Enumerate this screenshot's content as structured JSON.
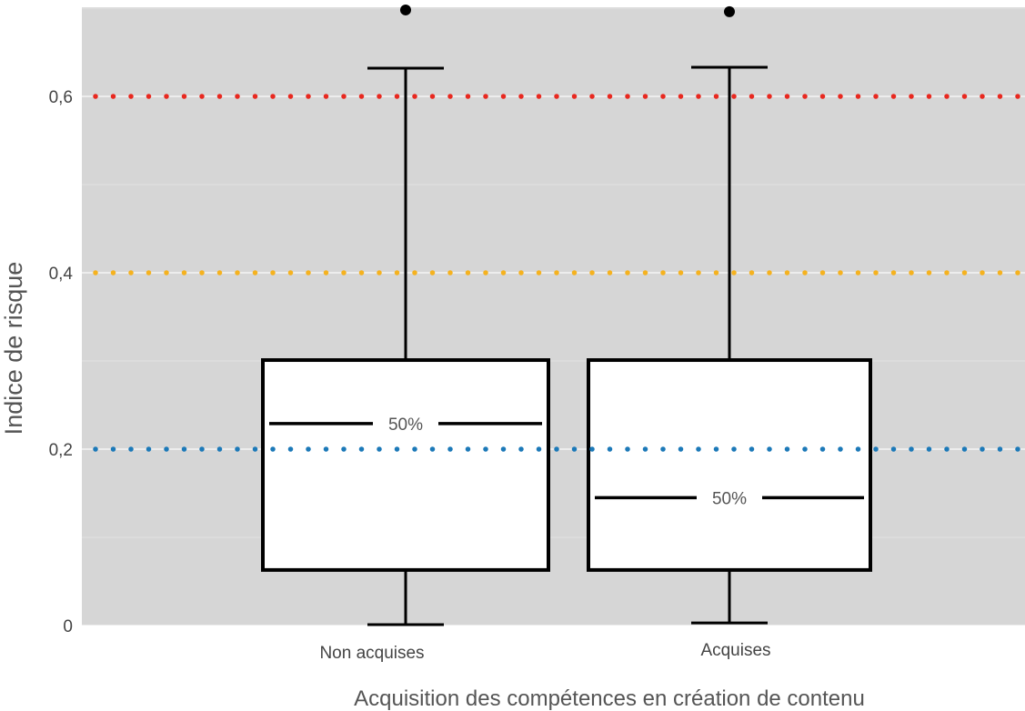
{
  "chart_data": {
    "type": "boxplot",
    "xlabel": "Acquisition des compétences en création de contenu",
    "ylabel": "Indice de risque",
    "ylim": [
      0,
      0.7
    ],
    "yticks": [
      {
        "value": 0,
        "label": "0"
      },
      {
        "value": 0.2,
        "label": "0,2"
      },
      {
        "value": 0.4,
        "label": "0,4"
      },
      {
        "value": 0.6,
        "label": "0,6"
      }
    ],
    "categories": [
      "Non acquises",
      "Acquises"
    ],
    "boxes": [
      {
        "category": "Non acquises",
        "whisker_low": 0.001,
        "q1": 0.063,
        "median": 0.229,
        "q3": 0.301,
        "whisker_high": 0.632,
        "outliers": [
          0.698
        ],
        "median_label": "50%"
      },
      {
        "category": "Acquises",
        "whisker_low": 0.003,
        "q1": 0.063,
        "median": 0.145,
        "q3": 0.301,
        "whisker_high": 0.633,
        "outliers": [
          0.696
        ],
        "median_label": "50%"
      }
    ],
    "reference_lines": [
      {
        "value": 0.6,
        "color": "#e8281f",
        "style": "dotted"
      },
      {
        "value": 0.4,
        "color": "#f5b21f",
        "style": "dotted"
      },
      {
        "value": 0.2,
        "color": "#1c79b8",
        "style": "dotted"
      }
    ],
    "grid": true,
    "panel_color": "#d6d6d6"
  }
}
